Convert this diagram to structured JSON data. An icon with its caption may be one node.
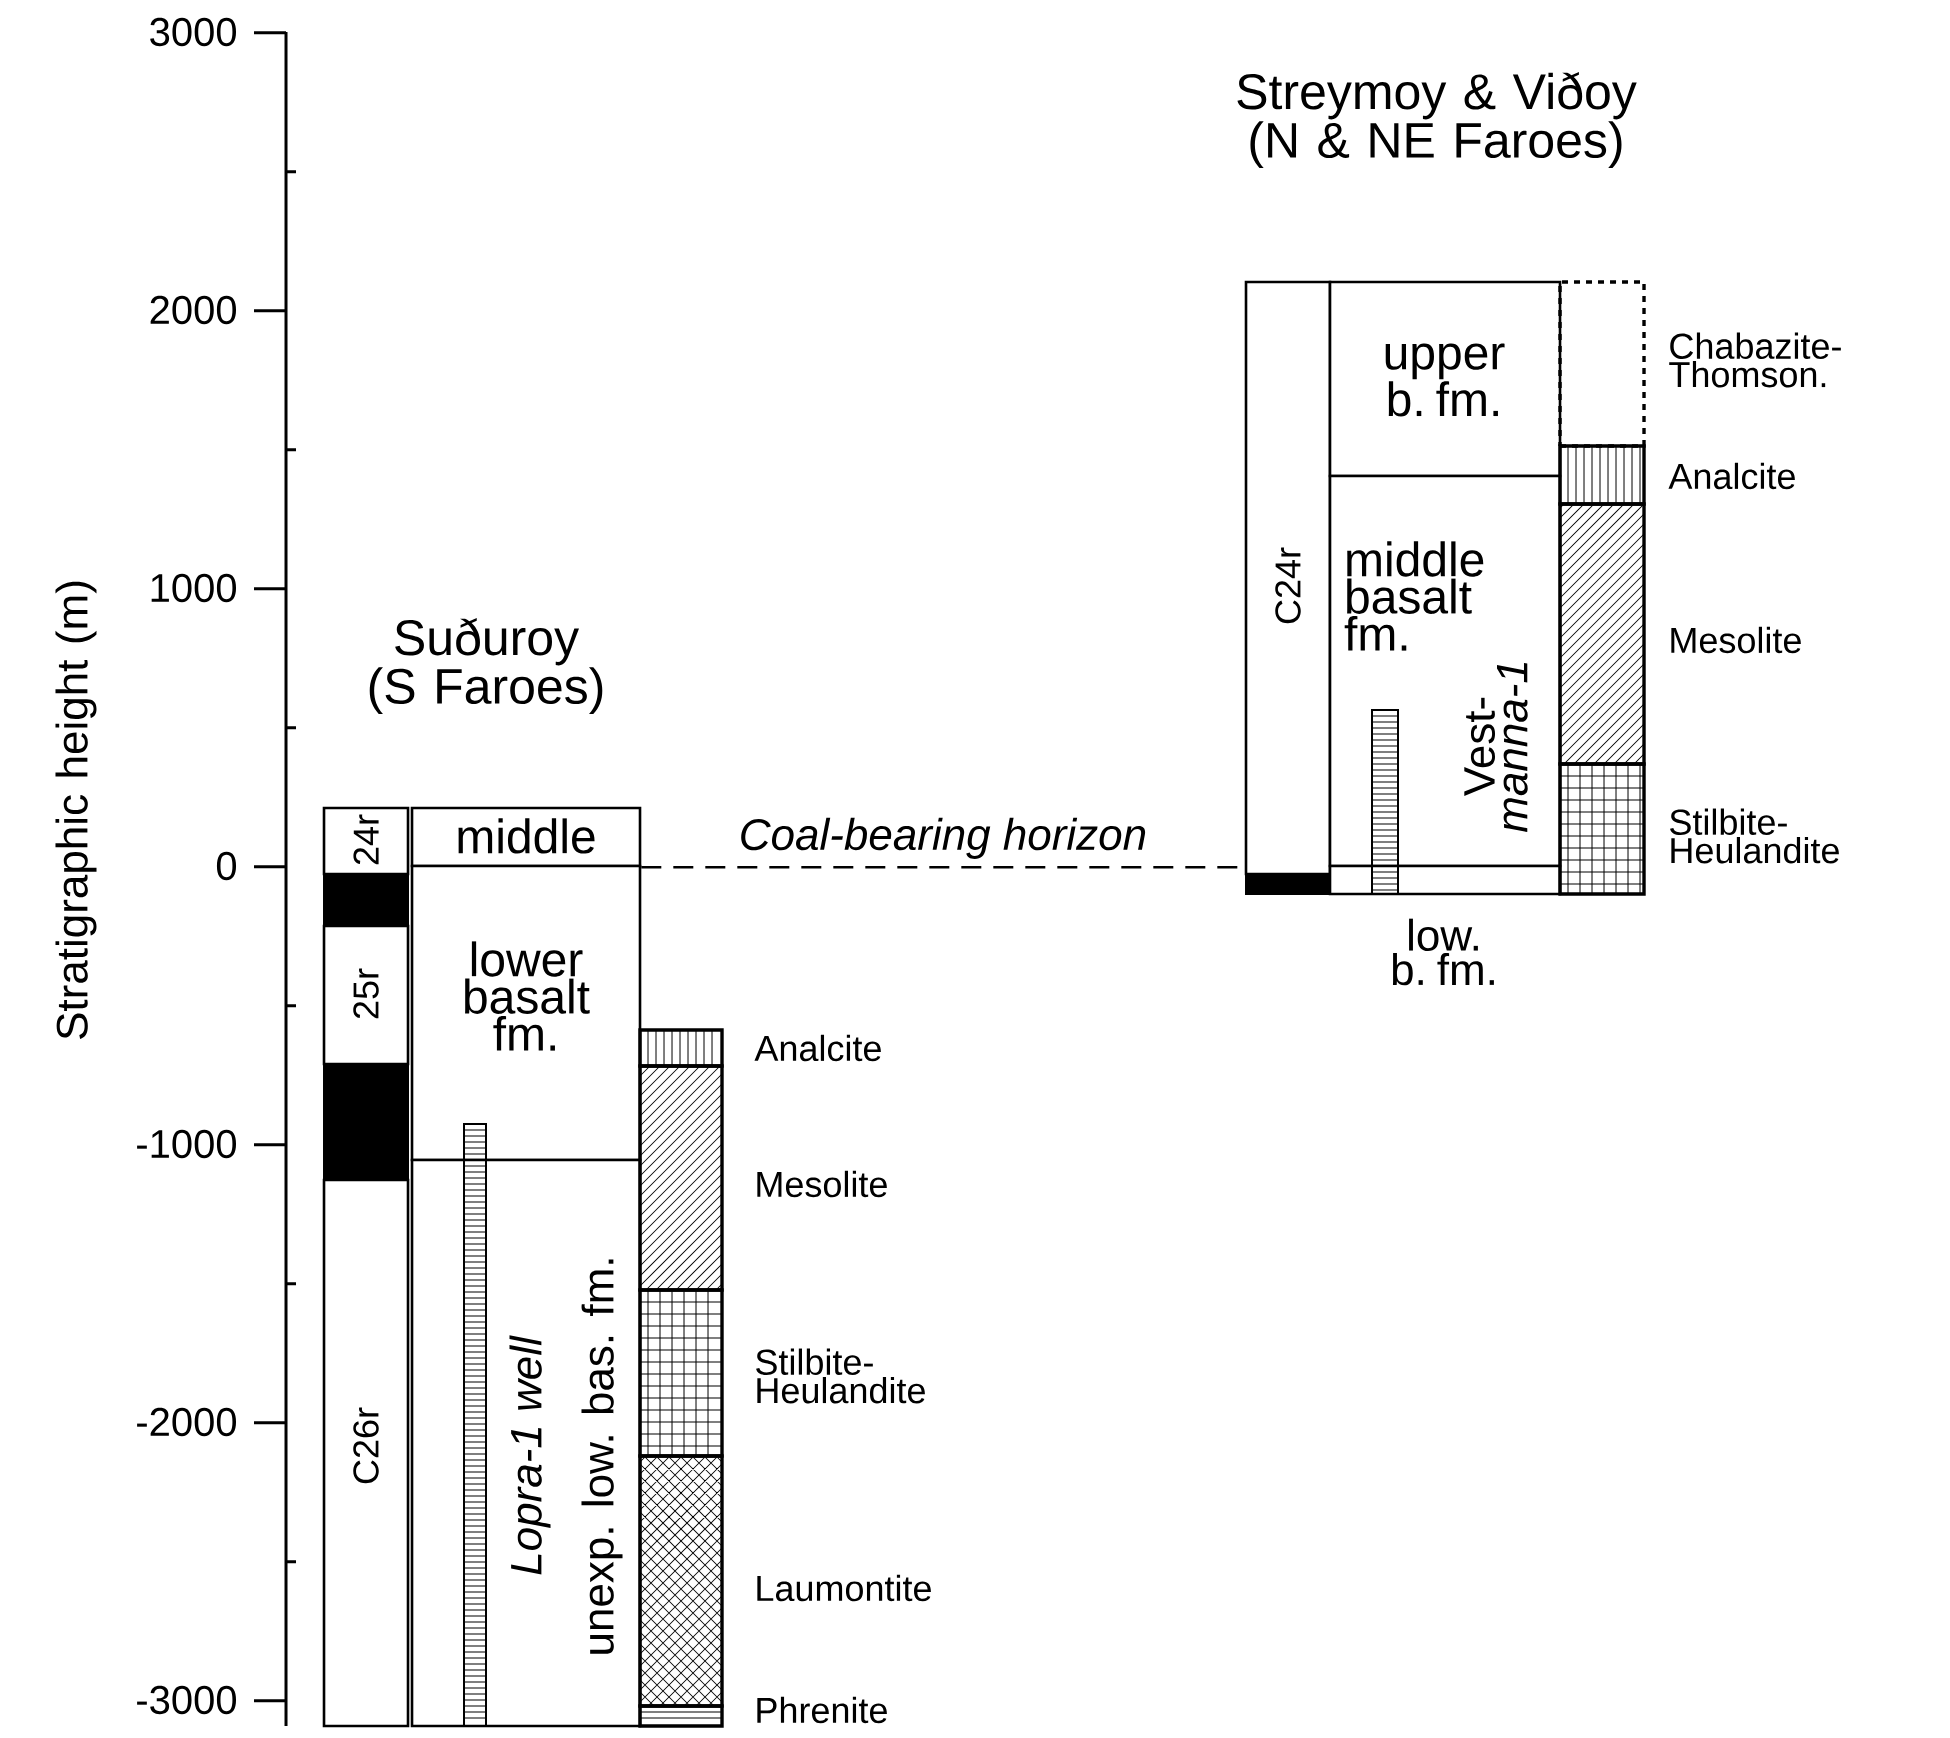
{
  "diagram": {
    "nodes": [
      {
        "text": [
          "24r"
        ]
      },
      {
        "text": [],
        "shape": "bar"
      },
      {
        "text": [
          "25r"
        ]
      },
      {
        "text": [],
        "shape": "bar"
      },
      {
        "text": [
          "C26r"
        ]
      },
      {
        "text": [
          "middle"
        ]
      },
      {
        "text": [
          "lower basalt fm."
        ]
      },
      {
        "text": [
          "unexp. low. bas. fm."
        ]
      },
      {
        "text": [],
        "shape": "bar",
        "beside": [
          "Lopra-1 well"
        ]
      },
      {
        "text": [],
        "shape": "box",
        "beside": [
          "Analcite"
        ]
      },
      {
        "text": [],
        "shape": "box",
        "beside": [
          "Mesolite"
        ]
      },
      {
        "text": [],
        "shape": "box",
        "beside": [
          "Stilbite- Heulandite"
        ]
      },
      {
        "text": [],
        "shape": "box",
        "beside": [
          "Laumontite"
        ]
      },
      {
        "text": [],
        "shape": "box",
        "beside": [
          "Phrenite"
        ]
      },
      {
        "text": [
          "C24r"
        ]
      },
      {
        "text": [],
        "shape": "bar"
      },
      {
        "text": [
          "upper b. fm."
        ]
      },
      {
        "text": [
          "middle basalt fm."
        ]
      },
      {
        "text": [
          "low. b. fm."
        ]
      },
      {
        "text": [],
        "shape": "bar"
      },
      {
        "text": [],
        "shape": "box",
        "beside": [
          "Chabazite- Thomson."
        ]
      },
      {
        "text": [],
        "shape": "box",
        "beside": [
          "Analcite"
        ]
      },
      {
        "text": [],
        "shape": "box",
        "beside": [
          "Mesolite"
        ]
      },
      {
        "text": [],
        "shape": "box",
        "beside": [
          "Stilbite- Heulandite"
        ]
      }
    ],
    "edges": [
      {
        "from": 5,
        "to": 14,
        "arrow": "none",
        "style": "dashed",
        "label": "Coal-bearing horizon"
      }
    ],
    "labels": [
      "3000",
      "2000",
      "1000",
      "0",
      "-1000",
      "-2000",
      "-3000",
      "Stratigraphic height (m)",
      "Streymoy & Viðoy (N & NE Faroes)",
      "Suðuroy (S Faroes)",
      "Vest- *manna-1*"
    ]
  }
}
